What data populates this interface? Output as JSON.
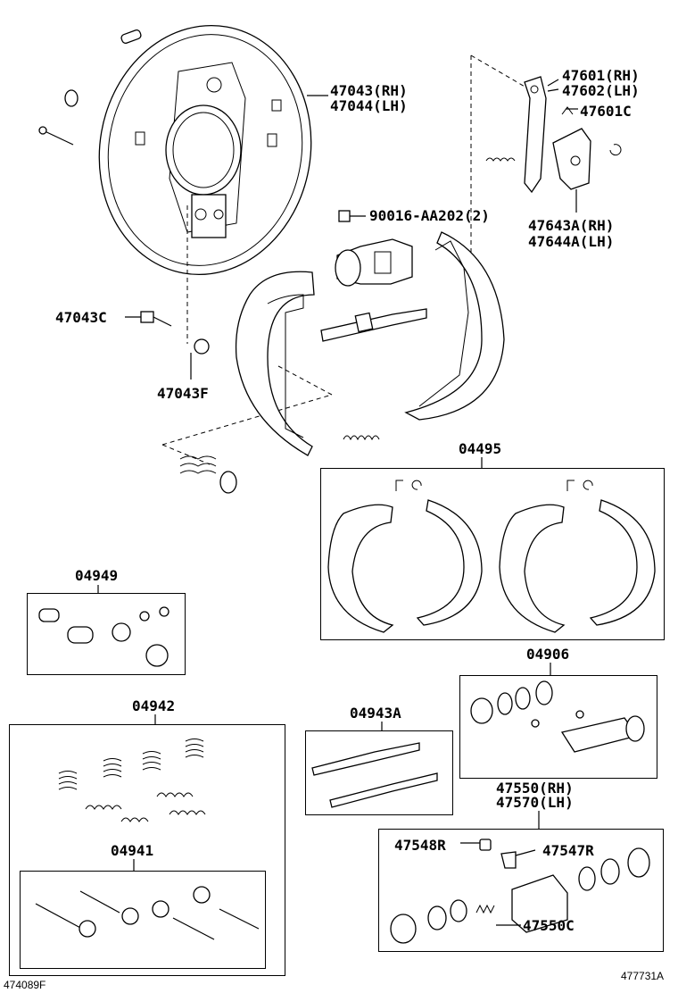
{
  "labels": {
    "p47043": "47043(RH)",
    "p47044": "47044(LH)",
    "p47601": "47601(RH)",
    "p47602": "47602(LH)",
    "p47601c": "47601C",
    "p47643a": "47643A(RH)",
    "p47644a": "47644A(LH)",
    "p90016": "90016-AA202(2)",
    "p47043c": "47043C",
    "p47043f": "47043F",
    "p04495": "04495",
    "p04949": "04949",
    "p04906": "04906",
    "p04942": "04942",
    "p04943a": "04943A",
    "p47550": "47550(RH)",
    "p47570": "47570(LH)",
    "p47548r": "47548R",
    "p47547r": "47547R",
    "p04941": "04941",
    "p47550c": "47550C"
  },
  "footer": {
    "left_code": "474089F",
    "right_code": "477731A"
  }
}
